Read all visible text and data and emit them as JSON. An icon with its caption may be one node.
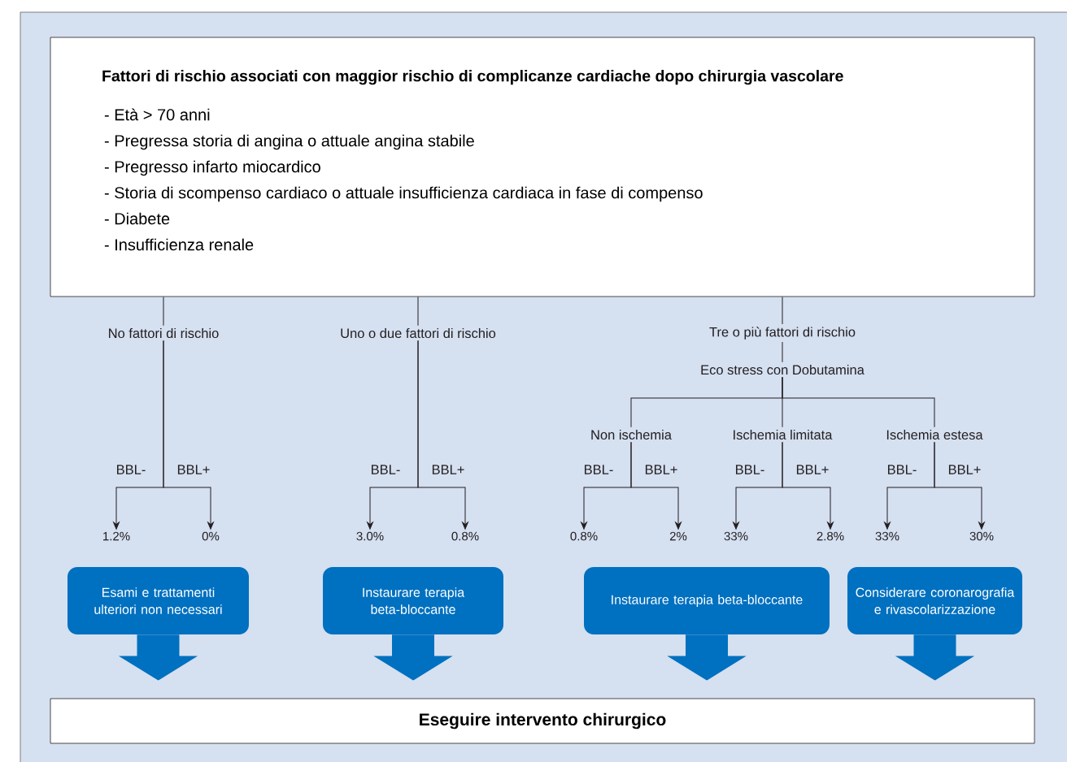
{
  "diagram": {
    "nodes": [
      {
        "text": [
          "Fattori di rischio associati con maggior rischio di complicanze cardiache dopo chirurgia vascolare",
          "- Età > 70 anni",
          "- Pregressa storia di angina o attuale angina stabile",
          "- Pregresso infarto miocardico",
          "- Storia di scompenso cardiaco o attuale insufficienza cardiaca in fase di compenso",
          "- Diabete",
          "- Insufficienza renale"
        ]
      },
      {
        "text": [
          "No fattori di rischio"
        ]
      },
      {
        "text": [
          "Uno o due fattori di rischio"
        ]
      },
      {
        "text": [
          "Tre o più fattori di rischio"
        ]
      },
      {
        "text": [
          "Eco stress con Dobutamina"
        ]
      },
      {
        "text": [
          "Non ischemia"
        ]
      },
      {
        "text": [
          "Ischemia limitata"
        ]
      },
      {
        "text": [
          "Ischemia estesa"
        ]
      },
      {
        "text": [
          "1.2%"
        ]
      },
      {
        "text": [
          "0%"
        ]
      },
      {
        "text": [
          "3.0%"
        ]
      },
      {
        "text": [
          "0.8%"
        ]
      },
      {
        "text": [
          "0.8%"
        ]
      },
      {
        "text": [
          "2%"
        ]
      },
      {
        "text": [
          "33%"
        ]
      },
      {
        "text": [
          "2.8%"
        ]
      },
      {
        "text": [
          "33%"
        ]
      },
      {
        "text": [
          "30%"
        ]
      },
      {
        "text": [
          "Esami e trattamenti ulteriori non necessari"
        ]
      },
      {
        "text": [
          "Instaurare terapia beta-bloccante"
        ]
      },
      {
        "text": [
          "Instaurare terapia beta-bloccante"
        ]
      },
      {
        "text": [
          "Considerare coronarografia e rivascolarizzazione"
        ]
      },
      {
        "text": [
          "Eseguire intervento chirurgico"
        ]
      }
    ],
    "edges": [
      {
        "from": 0,
        "to": 1,
        "arrow": "none"
      },
      {
        "from": 1,
        "to": 8,
        "arrow": "to",
        "label": "BBL-"
      },
      {
        "from": 1,
        "to": 9,
        "arrow": "to",
        "label": "BBL+"
      },
      {
        "from": 0,
        "to": 2,
        "arrow": "none"
      },
      {
        "from": 2,
        "to": 10,
        "arrow": "to",
        "label": "BBL-"
      },
      {
        "from": 2,
        "to": 11,
        "arrow": "to",
        "label": "BBL+"
      },
      {
        "from": 0,
        "to": 3,
        "arrow": "none"
      },
      {
        "from": 3,
        "to": 4,
        "arrow": "none"
      },
      {
        "from": 4,
        "to": 5,
        "arrow": "none"
      },
      {
        "from": 4,
        "to": 6,
        "arrow": "none"
      },
      {
        "from": 4,
        "to": 7,
        "arrow": "none"
      },
      {
        "from": 5,
        "to": 12,
        "arrow": "to",
        "label": "BBL-"
      },
      {
        "from": 5,
        "to": 13,
        "arrow": "to",
        "label": "BBL+"
      },
      {
        "from": 6,
        "to": 14,
        "arrow": "to",
        "label": "BBL-"
      },
      {
        "from": 6,
        "to": 15,
        "arrow": "to",
        "label": "BBL+"
      },
      {
        "from": 7,
        "to": 16,
        "arrow": "to",
        "label": "BBL-"
      },
      {
        "from": 7,
        "to": 17,
        "arrow": "to",
        "label": "BBL+"
      },
      {
        "from": 18,
        "to": 22,
        "arrow": "to",
        "style": "thick",
        "color": "#0070c0"
      },
      {
        "from": 19,
        "to": 22,
        "arrow": "to",
        "style": "thick",
        "color": "#0070c0"
      },
      {
        "from": 20,
        "to": 22,
        "arrow": "to",
        "style": "thick",
        "color": "#0070c0"
      },
      {
        "from": 21,
        "to": 22,
        "arrow": "to",
        "style": "thick",
        "color": "#0070c0"
      }
    ]
  }
}
